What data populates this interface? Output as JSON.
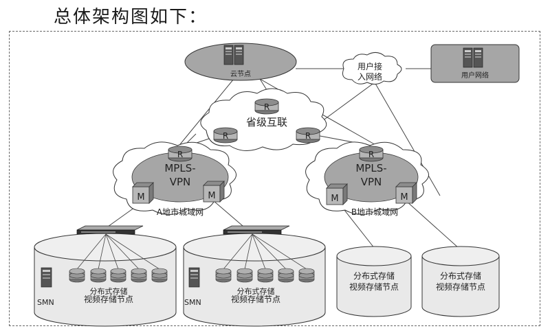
{
  "heading": "总体架构图如下：",
  "nodes": {
    "cloud_node": "云节点",
    "user_network": "用户网络",
    "user_access": [
      "用户接",
      "入网络"
    ],
    "province_link": "省级互联",
    "mpls_a": [
      "MPLS-",
      "VPN"
    ],
    "mpls_b": [
      "MPLS-",
      "VPN"
    ],
    "metro_a": "A地市城域网",
    "metro_b": "B地市城域网",
    "router_letter": "R",
    "mux_letter": "M",
    "storage_a": {
      "smn": "SMN",
      "line1": "分布式存储",
      "line2": "视频存储节点"
    },
    "storage_b": {
      "smn": "SMN",
      "line1": "分布式存储",
      "line2": "视频存储节点"
    },
    "storage_c": {
      "line1": "分布式存储",
      "line2": "视频存储节点"
    },
    "storage_d": {
      "line1": "分布式存储",
      "line2": "视频存储节点"
    }
  },
  "colors": {
    "ellipse_gray": "#a6a6a6",
    "cloud_fill": "#ffffff",
    "router_body": "#b5b5b5",
    "router_top": "#8d8d8d",
    "cylinder_fill": "#e9e9e9",
    "line": "#444444"
  },
  "icons": [
    "server-icon",
    "router-icon",
    "mux-icon",
    "switch-icon",
    "disk-icon",
    "cloud-icon"
  ]
}
